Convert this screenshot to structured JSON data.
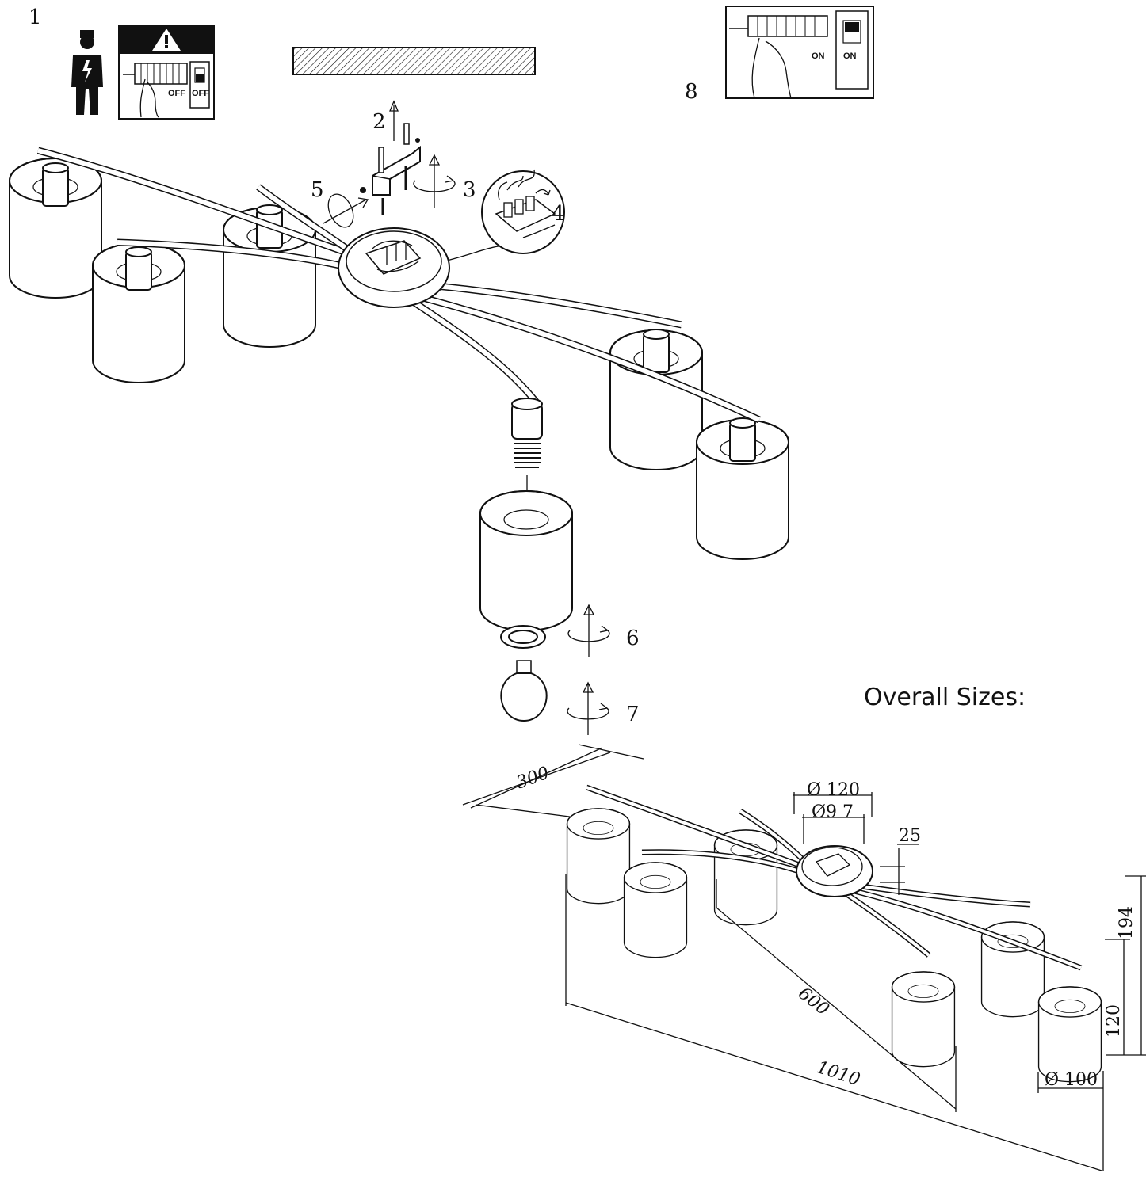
{
  "steps": {
    "s1": "1",
    "s2": "2",
    "s3": "3",
    "s4": "4",
    "s5": "5",
    "s6": "6",
    "s7": "7",
    "s8": "8"
  },
  "switch_labels": {
    "off_a": "OFF",
    "off_b": "OFF",
    "on_a": "ON",
    "on_b": "ON"
  },
  "sizes": {
    "title": "Overall Sizes:",
    "depth": "300",
    "canopy_outer": "Ø 120",
    "canopy_inner": "Ø9 7",
    "canopy_height": "25",
    "height_total": "194",
    "shade_height": "120",
    "shade_diameter": "Ø 100",
    "width_600": "600",
    "width_1010": "1010"
  },
  "icons": [
    "electrician-icon",
    "warning-triangle-icon",
    "switch-panel-icon",
    "rotate-arrow-icon",
    "up-arrow-icon",
    "bulb-icon"
  ]
}
